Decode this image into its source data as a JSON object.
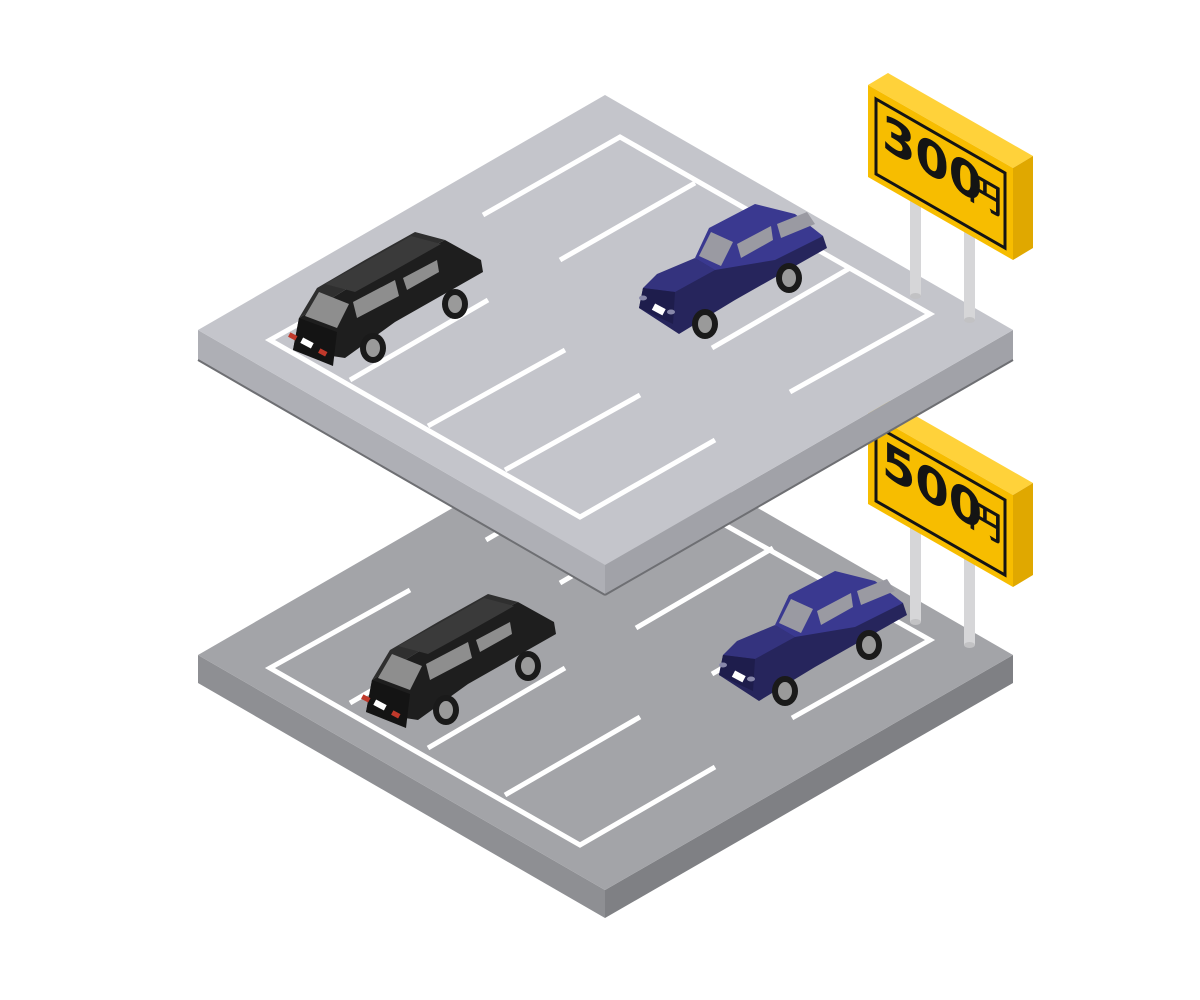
{
  "scene": {
    "title": "",
    "colors": {
      "upper_top": "#c4c5cb",
      "upper_left": "#aeafb5",
      "upper_right": "#a1a2a8",
      "lower_top": "#a3a4a8",
      "lower_left": "#8e8f93",
      "lower_right": "#7f8084",
      "line": "#ffffff",
      "sign": "#f7bd00",
      "sign_side": "#e0a800",
      "pole": "#d6d6d8",
      "car_black": "#2b2b2b",
      "car_blue": "#2f2e72"
    },
    "levels": [
      {
        "name": "upper-level",
        "sign": {
          "amount": "300",
          "currency": "円"
        },
        "cars": [
          "black-car",
          "blue-car"
        ]
      },
      {
        "name": "lower-level",
        "sign": {
          "amount": "500",
          "currency": "円"
        },
        "cars": [
          "black-car",
          "blue-car"
        ]
      }
    ]
  }
}
